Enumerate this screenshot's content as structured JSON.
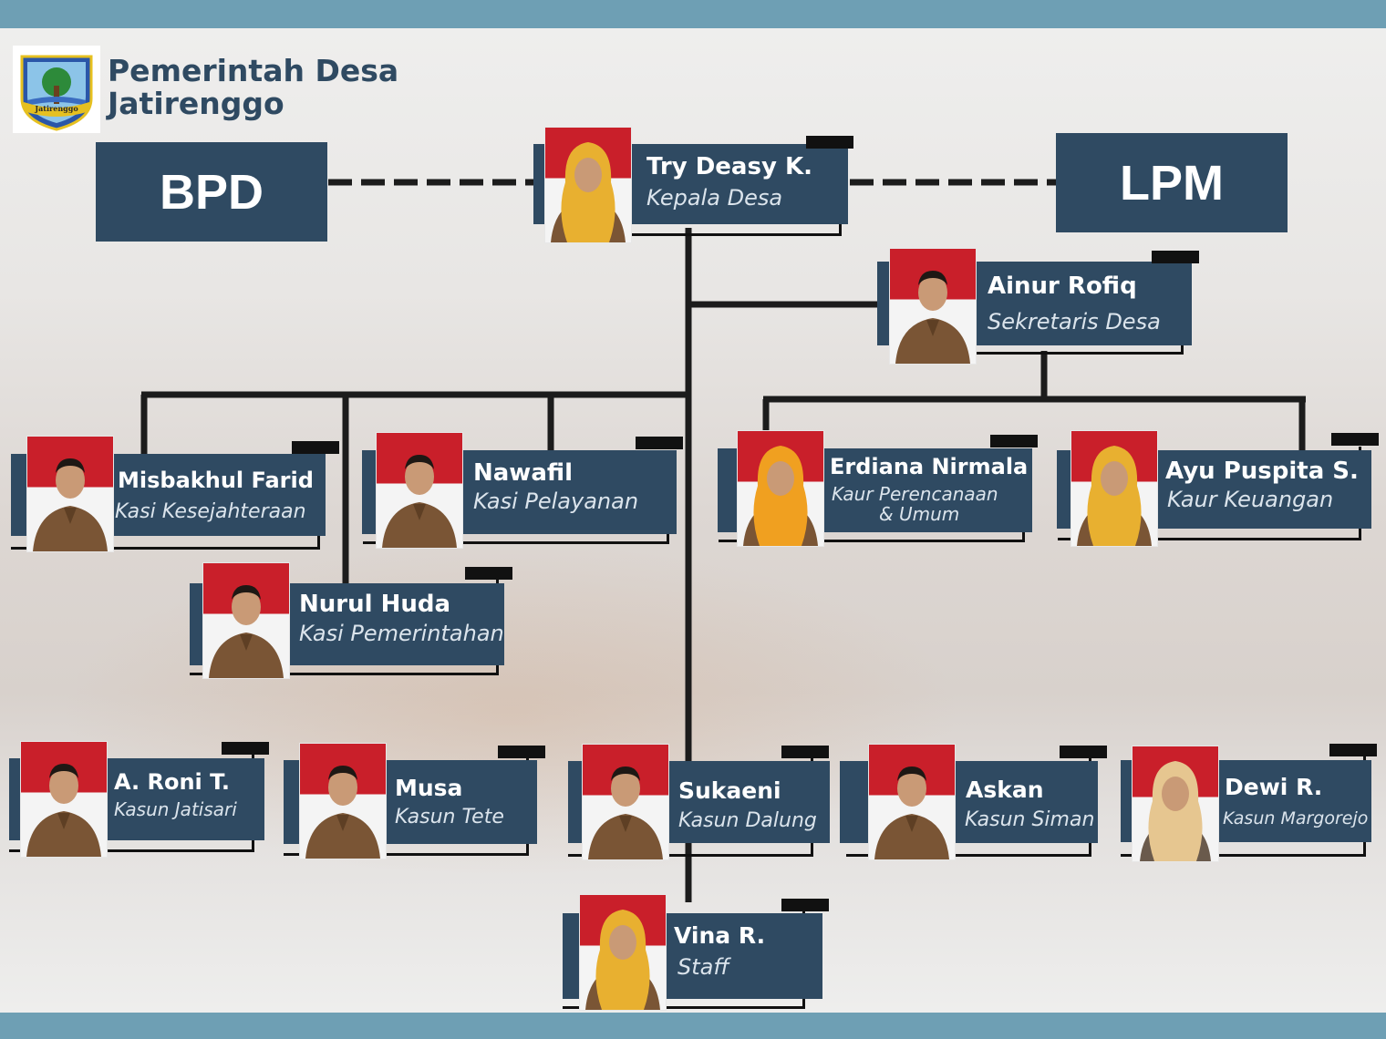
{
  "header": {
    "title_line1": "Pemerintah Desa",
    "title_line2": "Jatirenggo",
    "logo_text": "Jatirenggo"
  },
  "units": {
    "bpd": "BPD",
    "lpm": "LPM"
  },
  "people": [
    {
      "id": "kepala-desa",
      "name": "Try Deasy K.",
      "role": "Kepala Desa",
      "hijab": "yellow"
    },
    {
      "id": "sekretaris-desa",
      "name": "Ainur Rofiq",
      "role": "Sekretaris Desa",
      "hijab": ""
    },
    {
      "id": "kasi-kesejahteraan",
      "name": "Misbakhul Farid",
      "role": "Kasi Kesejahteraan",
      "hijab": ""
    },
    {
      "id": "kasi-pelayanan",
      "name": "Nawafil",
      "role": "Kasi Pelayanan",
      "hijab": ""
    },
    {
      "id": "kaur-perencanaan",
      "name": "Erdiana Nirmala",
      "role": "Kaur Perencanaan",
      "role2": "& Umum",
      "hijab": "orange"
    },
    {
      "id": "kaur-keuangan",
      "name": "Ayu Puspita S.",
      "role": "Kaur Keuangan",
      "hijab": "yellow"
    },
    {
      "id": "kasi-pemerintahan",
      "name": "Nurul Huda",
      "role": "Kasi Pemerintahan",
      "hijab": ""
    },
    {
      "id": "kasun-jatisari",
      "name": "A. Roni T.",
      "role": "Kasun Jatisari",
      "hijab": ""
    },
    {
      "id": "kasun-tete",
      "name": "Musa",
      "role": "Kasun Tete",
      "hijab": ""
    },
    {
      "id": "kasun-dalung",
      "name": "Sukaeni",
      "role": "Kasun Dalung",
      "hijab": ""
    },
    {
      "id": "kasun-siman",
      "name": "Askan",
      "role": "Kasun Siman",
      "hijab": ""
    },
    {
      "id": "kasun-margorejo",
      "name": "Dewi R.",
      "role": "Kasun Margorejo",
      "hijab": "cream"
    },
    {
      "id": "staff",
      "name": "Vina R.",
      "role": "Staff",
      "hijab": "yellow"
    }
  ],
  "colors": {
    "card": "#2f4a62",
    "band": "#6e9fb4",
    "flag_red": "#c91f2a",
    "uniform": "#7a5535",
    "hijab_yellow": "#e8b030",
    "hijab_orange": "#f0a020",
    "hijab_cream": "#e6c690"
  }
}
